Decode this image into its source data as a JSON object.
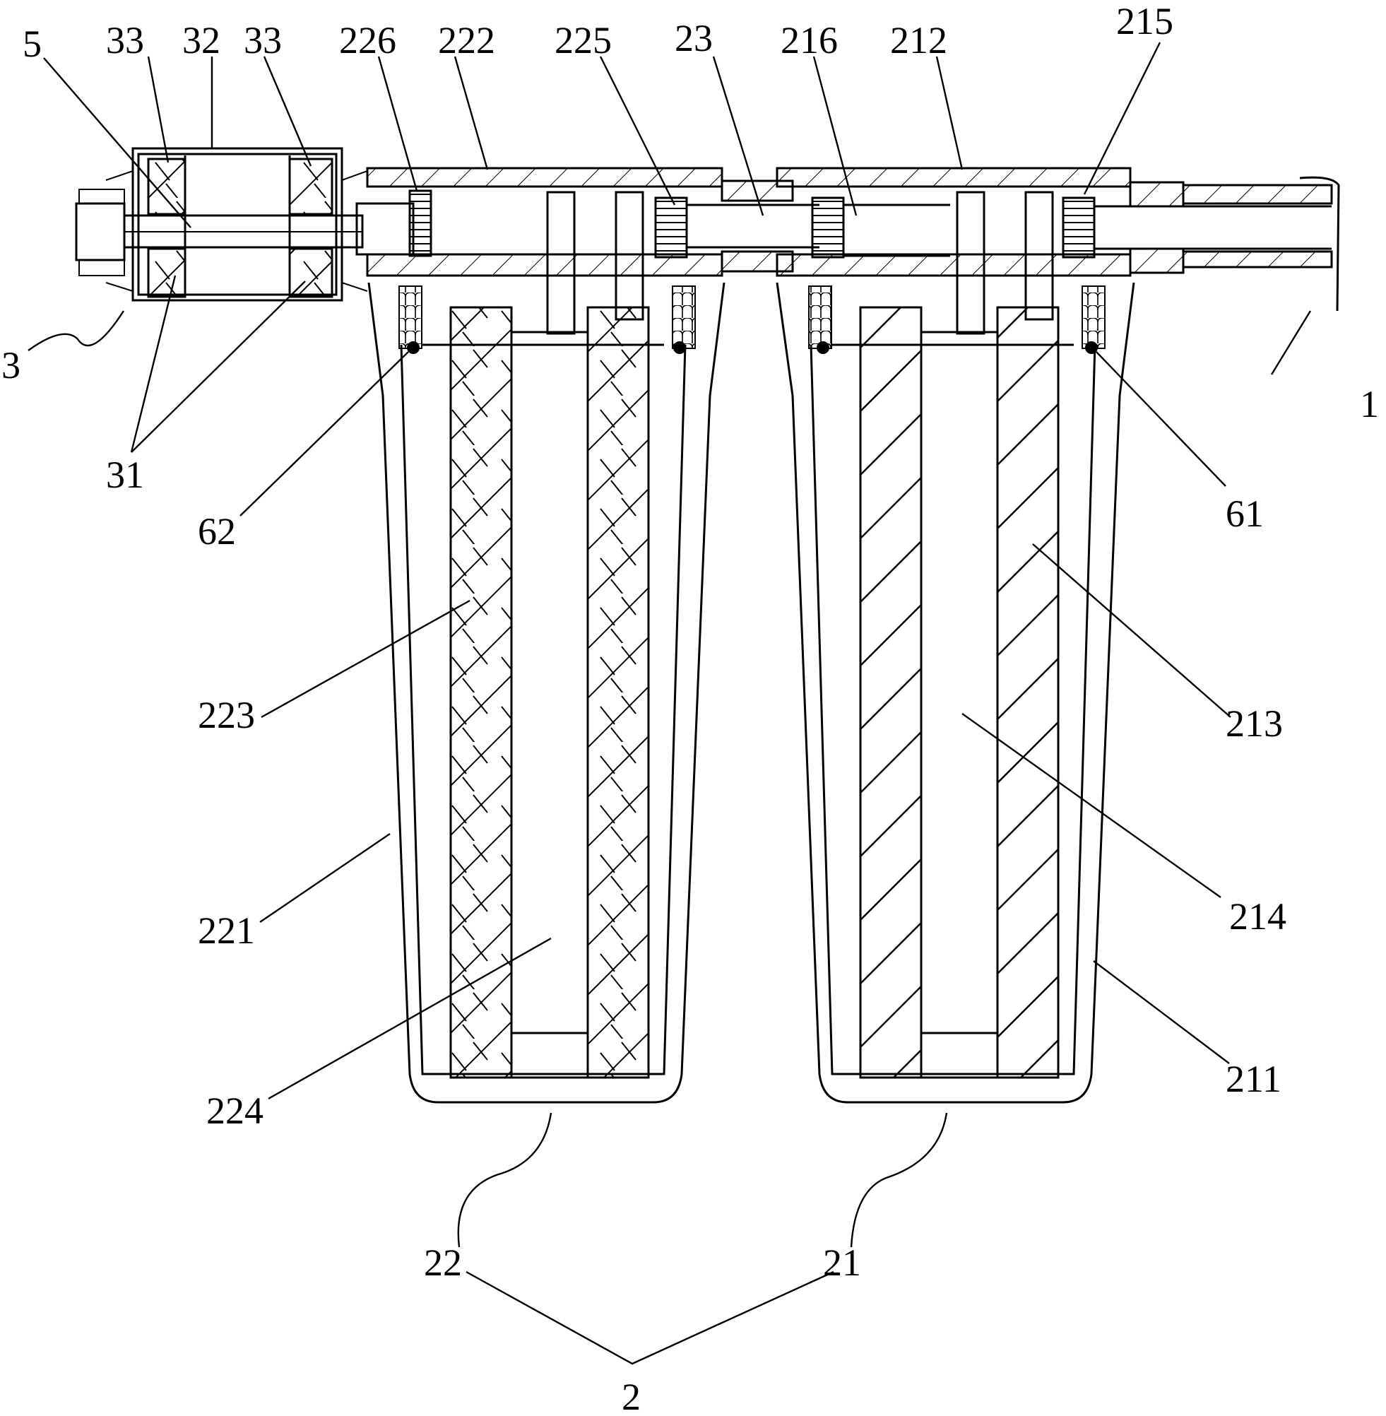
{
  "labels": {
    "l5": "5",
    "l33a": "33",
    "l32": "32",
    "l33b": "33",
    "l226": "226",
    "l222": "222",
    "l225": "225",
    "l23": "23",
    "l216": "216",
    "l212": "212",
    "l215": "215",
    "l3": "3",
    "l31": "31",
    "l62": "62",
    "l61": "61",
    "l1": "1",
    "l223": "223",
    "l213": "213",
    "l214": "214",
    "l221": "221",
    "l224": "224",
    "l211": "211",
    "l22": "22",
    "l21": "21",
    "l2": "2"
  }
}
